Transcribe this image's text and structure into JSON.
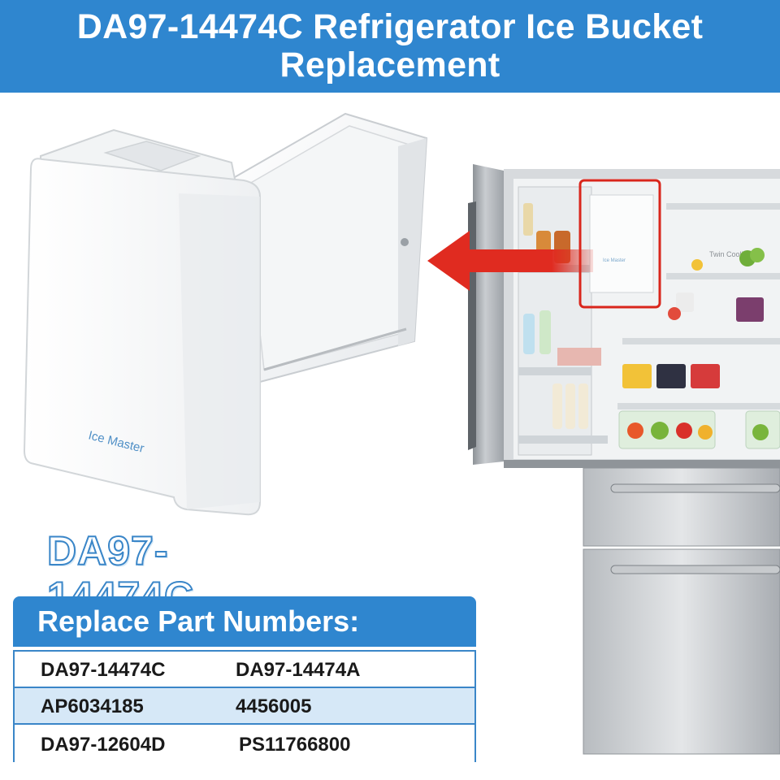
{
  "banner": {
    "title": "DA97-14474C Refrigerator Ice Bucket Replacement"
  },
  "product": {
    "brand_on_bucket": "Ice Master",
    "part_number": "DA97-14474C"
  },
  "fridge": {
    "badge_text": "Twin Cooling",
    "mini_bucket_brand": "Ice Master"
  },
  "parts": {
    "heading": "Replace Part Numbers:",
    "rows": [
      [
        "DA97-14474C",
        "DA97-14474A"
      ],
      [
        "AP6034185",
        "4456005"
      ],
      [
        "DA97-12604D",
        "PS11766800"
      ]
    ]
  },
  "colors": {
    "brand_blue": "#2f86cf",
    "arrow_red": "#e02b20",
    "highlight_box": "#d9261c",
    "table_stripe": "#d6e8f7"
  }
}
